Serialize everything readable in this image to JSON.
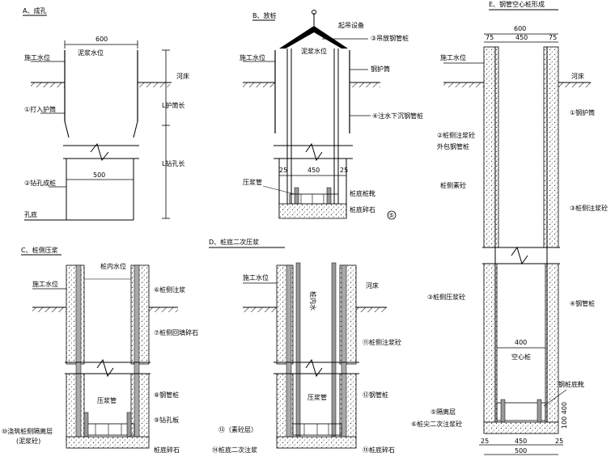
{
  "panels": {
    "a": {
      "title": "A、成孔",
      "dim_top": "600",
      "dim_bottom": "500",
      "labels": {
        "water_level": "施工水位",
        "mud_level": "泥浆水位",
        "riverbed": "河床",
        "casing": "①打入护筒",
        "casing_len": "L护筒长",
        "hole_len": "L钻孔长",
        "drill": "②钻孔成桩",
        "hole_bottom": "孔底"
      }
    },
    "b": {
      "title": "B、放桩",
      "dim_width": "450",
      "dim_left": "25",
      "dim_right": "25",
      "labels": {
        "lifting": "起吊设备",
        "hoist_pile": "③吊放钢管桩",
        "water_level": "施工水位",
        "mud_level": "泥浆水位",
        "casing": "钢护筒",
        "sink": "④注水下沉钢管桩",
        "grout_pipe": "压浆管",
        "pile_shoe": "桩底桩靴",
        "pile_stone": "桩底碎石",
        "circle_marker": "⑤"
      }
    },
    "c": {
      "title": "C、桩侧压浆",
      "labels": {
        "water_level": "施工水位",
        "pile_water": "桩内水位",
        "pile_grout": "⑥桩侧注浆",
        "fill_stone": "⑦桩侧回填碎石",
        "grout_pipe": "压浆管",
        "steel_pile": "⑧钢管桩",
        "drill_plate": "⑨钻孔板",
        "seal": "⑩浇筑桩侧隔离层",
        "seal2": "(泥浆砼)",
        "pile_stone": "桩底碎石"
      }
    },
    "d": {
      "title": "D、桩底二次压浆",
      "labels": {
        "water_level": "施工水位",
        "riverbed": "河床",
        "pile_inner": "桩内水",
        "side_grout": "⑪桩侧注浆砼",
        "grout_pipe": "压浆管",
        "steel_pile": "⑫钢管桩",
        "seal_concrete": "⑬（素砼层）",
        "bottom_grout": "⑭桩底二次注浆",
        "pile_stone": "⑮桩底碎石"
      }
    },
    "e": {
      "title": "E、钢管空心桩形成",
      "dim_top": "600",
      "dim_seg_left": "75",
      "dim_seg_mid": "450",
      "dim_seg_right": "75",
      "dim_inner": "400",
      "dim_bot_left": "25",
      "dim_bot_mid": "450",
      "dim_bot_right": "25",
      "dim_bot_total": "500",
      "dim_vertical": "100 400",
      "labels": {
        "water_level": "施工水位",
        "riverbed": "河床",
        "casing": "①钢护筒",
        "grout_mix": "②桩侧注浆砼",
        "outer_pile": "外包钢管桩",
        "concrete": "桩侧素砼",
        "pile_grout": "③桩侧注浆砼",
        "pile_grout2": "③桩侧压浆砼",
        "steel_pile": "④钢管桩",
        "hollow": "空心桩",
        "pile_shoe": "钢桩底靴",
        "isolation": "⑤隔离层",
        "bottom_grout": "⑥桩尖二次注浆砼"
      }
    }
  }
}
